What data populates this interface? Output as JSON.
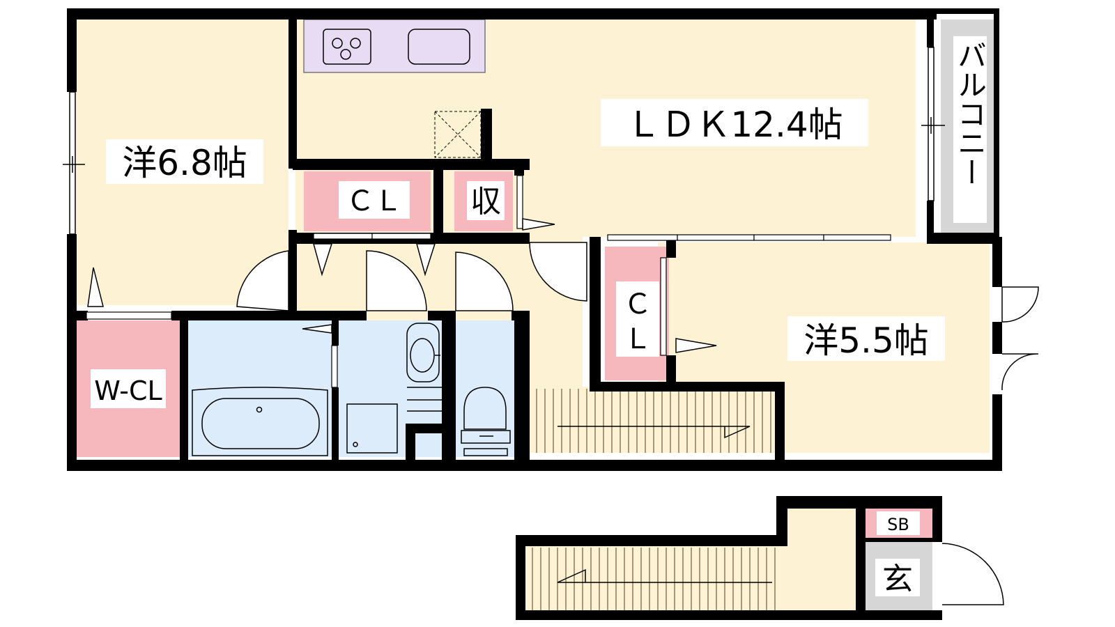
{
  "colors": {
    "wall": "#000000",
    "room": "#fdf3d4",
    "closet": "#f6b8bd",
    "wet": "#dcecfb",
    "kitchen": "#e8dcf4",
    "balcony": "#d6d6d6",
    "entrance": "#d6d6d6",
    "stairs": "#fdf3d4",
    "stair_line": "#8a7a5a"
  },
  "rooms": {
    "western_a": "洋6.8帖",
    "ldk": "ＬＤＫ12.4帖",
    "western_b": "洋5.5帖",
    "closet_a": "ＣＬ",
    "storage": "収",
    "closet_b_top": "Ｃ",
    "closet_b_bottom": "Ｌ",
    "walk_in_closet": "W-CL",
    "balcony": "バルコニー",
    "shoe_box": "SB",
    "entrance": "玄"
  }
}
